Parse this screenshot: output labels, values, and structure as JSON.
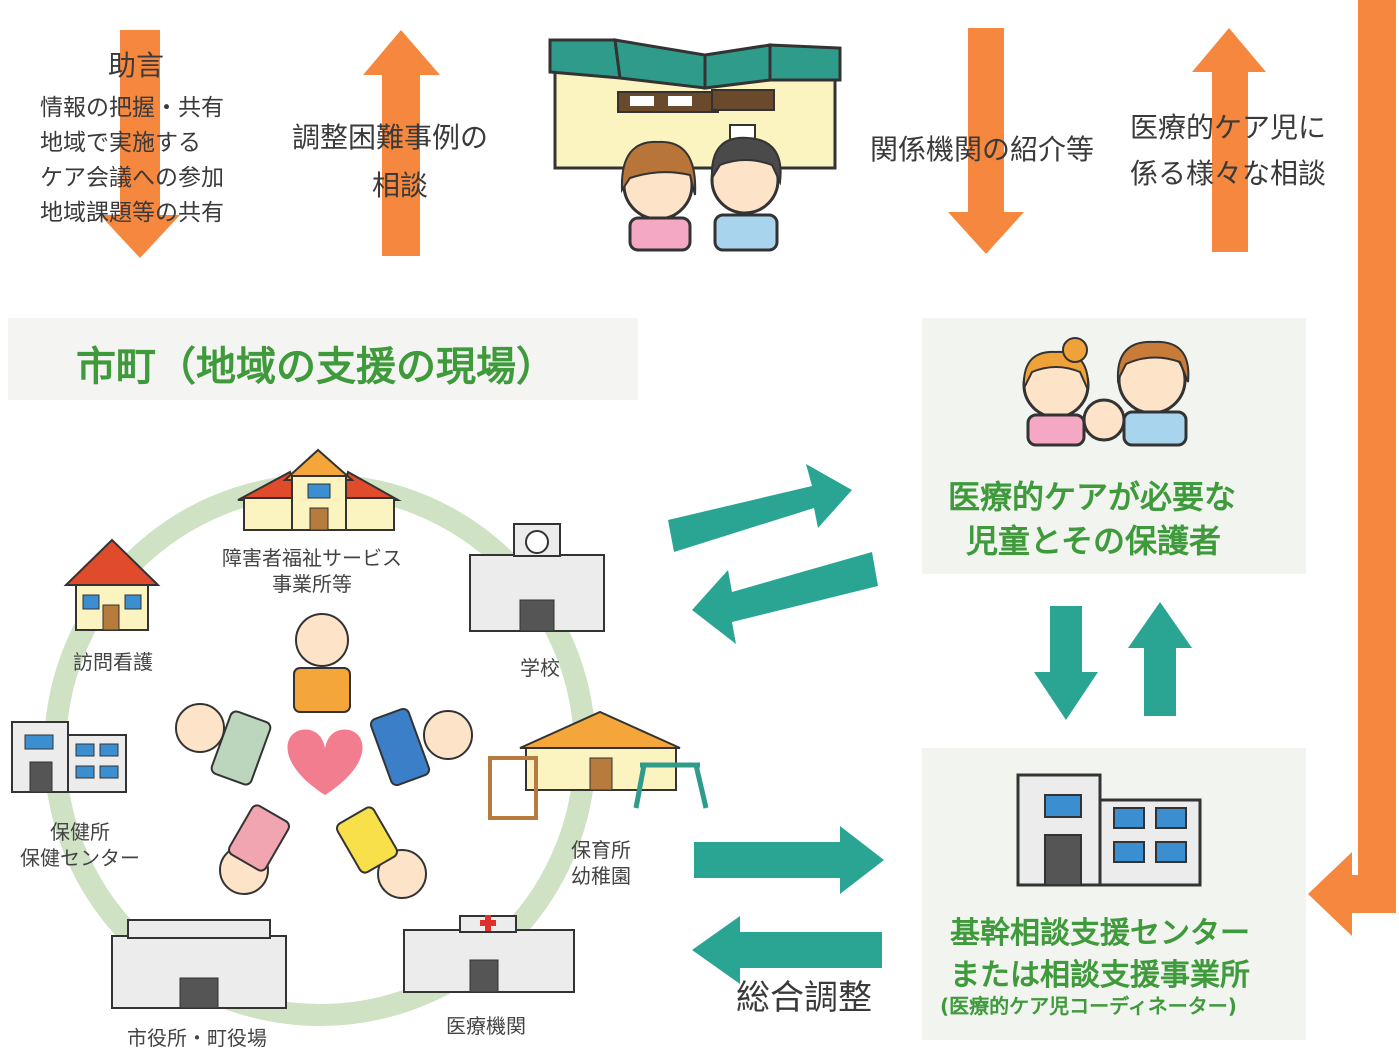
{
  "top": {
    "advice_title": "助言",
    "advice_lines": [
      "情報の把握・共有",
      "地域で実施する",
      "ケア会議への参加",
      "地域課題等の共有"
    ],
    "difficult_cases": [
      "調整困難事例の",
      "相談"
    ],
    "referral": "関係機関の紹介等",
    "various_consult": [
      "医療的ケア児に",
      "係る様々な相談"
    ]
  },
  "municipality": {
    "title": "市町（地域の支援の現場）",
    "facilities": {
      "disability_services": [
        "障害者福祉サービス",
        "事業所等"
      ],
      "visiting_nursing": "訪問看護",
      "school": "学校",
      "health_center": [
        "保健所",
        "保健センター"
      ],
      "nursery": [
        "保育所",
        "幼稚園"
      ],
      "city_hall": "市役所・町役場",
      "medical_institution": "医療機関"
    }
  },
  "family_panel": {
    "title_lines": [
      "医療的ケアが必要な",
      "児童とその保護者"
    ]
  },
  "center_panel": {
    "title_lines": [
      "基幹相談支援センター",
      "または相談支援事業所"
    ],
    "subtitle": "(医療的ケア児コーディネーター)"
  },
  "coordination_label": "総合調整",
  "colors": {
    "orange_arrow": "#f5883e",
    "teal_arrow": "#2aa594",
    "green_text": "#3f9a3c",
    "ring": "#cfe2c4",
    "panel_bg": "#f1f4ef",
    "heart": "#f27d8f"
  }
}
